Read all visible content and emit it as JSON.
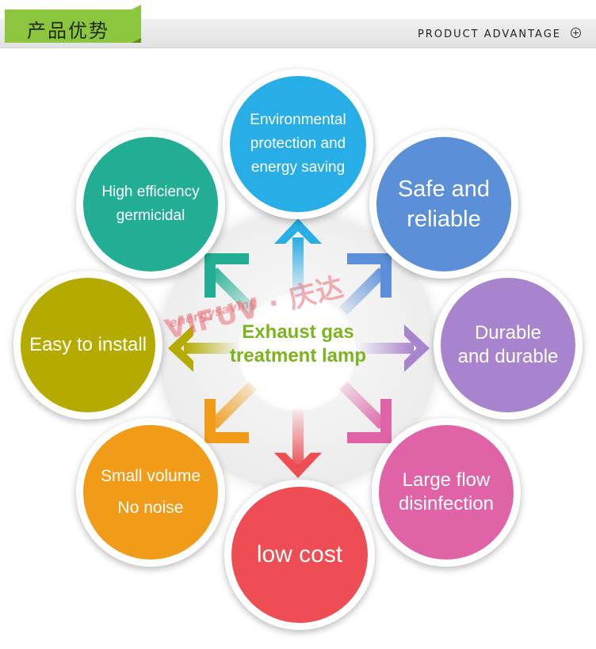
{
  "header": {
    "title_cn": "产品优势",
    "subtitle": "PRODUCT ADVANTAGE",
    "accent_color": "#8cc63f"
  },
  "watermark": {
    "brand": "VIFUV · 庆达",
    "tagline": "energysaving"
  },
  "center": {
    "line1": "Exhaust gas",
    "line2": "treatment lamp",
    "color": "#7bb51d"
  },
  "advantages": [
    {
      "id": "env",
      "lines": [
        "Environmental",
        "protection and",
        "energy saving"
      ],
      "color": "#27aee6"
    },
    {
      "id": "safe",
      "lines": [
        "Safe and",
        "reliable"
      ],
      "color": "#5b8fd8"
    },
    {
      "id": "dur",
      "lines": [
        "Durable",
        "and durable"
      ],
      "color": "#a884ce"
    },
    {
      "id": "large",
      "lines": [
        "Large flow",
        "disinfection"
      ],
      "color": "#e062a7"
    },
    {
      "id": "low",
      "lines": [
        "low cost"
      ],
      "color": "#ee4d53"
    },
    {
      "id": "small",
      "lines": [
        "Small volume",
        "No noise"
      ],
      "color": "#f09c19"
    },
    {
      "id": "easy",
      "lines": [
        "Easy to install"
      ],
      "color": "#b5ab00"
    },
    {
      "id": "high",
      "lines": [
        "High efficiency",
        "germicidal"
      ],
      "color": "#22ae94"
    }
  ]
}
